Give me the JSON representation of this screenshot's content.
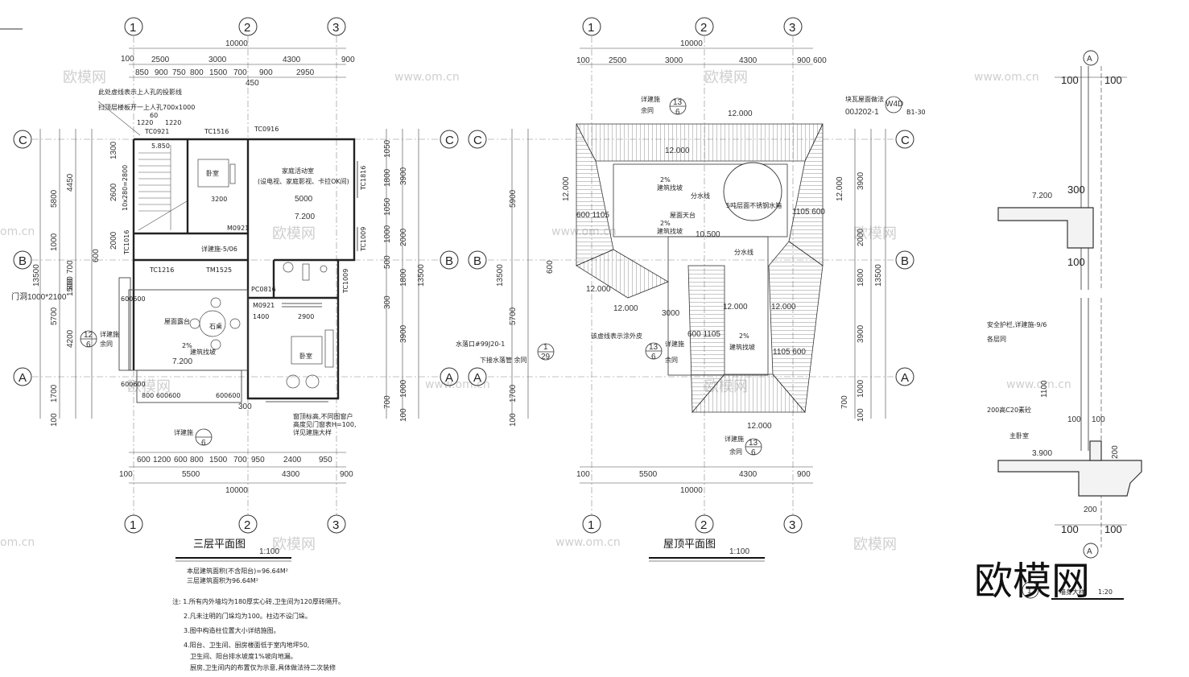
{
  "watermark": {
    "site": "www.om.cn",
    "brand": "欧模网",
    "site_short": "om.cn"
  },
  "brand_logo": {
    "text": "欧模网"
  },
  "plan_left": {
    "title": "三层平面图",
    "scale": "1:100",
    "area_total": "本层建筑面积(不含阳台)=96.64M²",
    "area_third": "三层建筑面积为96.64M²",
    "grid_numbers": [
      "1",
      "2",
      "3"
    ],
    "grid_letters": [
      "A",
      "B",
      "C"
    ],
    "top_total": "10000",
    "top_row1": [
      "100",
      "2500",
      "3000",
      "4300",
      "900"
    ],
    "top_row2": [
      "850",
      "900",
      "750",
      "800",
      "1500",
      "700",
      "900",
      "2950"
    ],
    "top_extra": "450",
    "bottom_row1": [
      "600",
      "1200",
      "600",
      "800",
      "1500",
      "700",
      "950",
      "2400",
      "950"
    ],
    "bottom_row2": [
      "100",
      "5500",
      "4300",
      "900"
    ],
    "bottom_total": "10000",
    "left_total": "13500",
    "left_dims": [
      "5800",
      "4450",
      "1300",
      "2600",
      "2000",
      "1000",
      "700",
      "800",
      "4200",
      "5700",
      "1700",
      "100",
      "1000",
      "1500",
      "600",
      "600"
    ],
    "right_dims": [
      "1050",
      "3900",
      "1800",
      "1050",
      "1000",
      "2000",
      "500",
      "1800",
      "300",
      "3900",
      "1000",
      "700",
      "100",
      "13500"
    ],
    "rooms": {
      "bedroom1": "卧室",
      "family": "家庭活动室",
      "family_note": "(设电视、家庭影视、卡拉OK间)",
      "family_dim": "5000",
      "roof_terrace": "屋面露台",
      "stone_table": "石桌",
      "bedroom2": "卧室",
      "slope_note": "2%",
      "slope_text": "建筑找坡"
    },
    "labels": {
      "tc0921": "TC0921",
      "tc1516": "TC1516",
      "tc0916": "TC0916",
      "tc1816": "TC1816",
      "tc1009a": "TC1009",
      "tc1016": "TC1016",
      "tc1216": "TC1216",
      "tm1525": "TM1525",
      "pc0816": "PC0816",
      "m0921a": "M0921",
      "m0921b": "M0921",
      "tc1009b": "TC1009",
      "elev_5850": "5.850",
      "elev_7200a": "7.200",
      "elev_7200b": "7.200",
      "dim_3200": "3200",
      "dim_1400": "1400",
      "dim_2900": "2900",
      "dim_1220a": "1220",
      "dim_60": "60",
      "dim_1220b": "1220",
      "dim_300": "300",
      "dim_600600a": "600600",
      "dim_600600b": "600600",
      "dim_800600600": "800 600600",
      "dim_600600c": "600600",
      "door_hole": "门洞1000*2100",
      "stair_note": "10x280=2800",
      "detail_12": "12",
      "detail_6": "6",
      "detail_note_a": "详建施",
      "detail_note_b": "余同",
      "detail_5_06": "详建施-5/06",
      "dashed_note_1": "此处虚线表示上人孔的投影线",
      "dashed_note_2": "扫顶层楼板开一上人孔700x1000",
      "window_note_1": "窗顶标高,不同图窗户",
      "window_note_2": "高度见门窗表H=100,",
      "window_note_3": "详见建施大样"
    },
    "notes": [
      "注: 1.所有内外墙均为180厚实心砖,卫生间为120厚砖隔开。",
      "2.凡未注明的门垛均为100。柱边不设门垛。",
      "3.图中构造柱位置大小详结施图。",
      "4.阳台、卫生间、厨房楼面低于室内地坪50,",
      "卫生间、阳台排水坡度1%坡向地漏。",
      "厨房,卫生间内的布置仅为示意,具体做法待二次装修"
    ]
  },
  "plan_right": {
    "title": "屋顶平面图",
    "scale": "1:100",
    "grid_numbers": [
      "1",
      "2",
      "3"
    ],
    "grid_letters": [
      "A",
      "B",
      "C"
    ],
    "top_total": "10000",
    "top_row1": [
      "100",
      "2500",
      "3000",
      "4300",
      "900",
      "600"
    ],
    "bottom_row": [
      "100",
      "5500",
      "4300",
      "900"
    ],
    "bottom_total": "10000",
    "left_dims": [
      "5900",
      "13500",
      "600",
      "5700",
      "1700",
      "100",
      "12.000",
      "600 1105"
    ],
    "right_dims": [
      "3900",
      "2000",
      "1800",
      "3900",
      "1000",
      "700",
      "100",
      "13500",
      "12.000",
      "1105 600"
    ],
    "labels": {
      "elev_12000_top": "12.000",
      "elev_12000_a": "12.000",
      "elev_12000_b": "12.000",
      "elev_12000_c": "12.000",
      "elev_12000_d": "12.000",
      "elev_12000_e": "12.000",
      "elev_12000_f": "12.000",
      "elev_10500": "10.500",
      "dim_1105_600": "1105 600",
      "dim_600_1105a": "600 1105",
      "dim_600_1105b": "600 1105",
      "dim_3000": "3000",
      "dim_1105_600b": "1105 600",
      "slope_2a": "2%",
      "slope_text_a": "建筑找坡",
      "slope_2b": "2%",
      "slope_text_b": "建筑找坡",
      "slope_2c": "2%",
      "slope_text_c": "建筑找坡",
      "ridge_a": "分水线",
      "ridge_b": "分水线",
      "roof_terrace": "屋面天台",
      "tank": "5吨层面不锈钢水箱",
      "detail_13": "13",
      "detail_6": "6",
      "detail_note_a": "详建施",
      "detail_note_b": "余同",
      "tile_ref": "块瓦屋面做法",
      "tile_code": "00J202-1",
      "tile_w4d": "W4D",
      "tile_b130": "B1-30",
      "drain_ref": "水落口#99J20-1",
      "drain_note": "下接水落管  余同",
      "drain_1": "1",
      "drain_29": "29",
      "dashed_line_note": "该虚线表示涂外皮"
    }
  },
  "wall_detail": {
    "title": "墙身大样",
    "scale": "1:20",
    "detail_no": "1",
    "grid_letter": "A",
    "dims": {
      "top_a": "100",
      "top_b": "100",
      "d300": "300",
      "d100": "100",
      "d1100": "1100",
      "d100b": "100",
      "d100c": "100",
      "d200": "200",
      "d200b": "200",
      "bot_a": "100",
      "bot_b": "100"
    },
    "elev_7200": "7.200",
    "elev_3900": "3.900",
    "rail_note": "安全护栏,详建施-9/6",
    "rail_note2": "各层同",
    "curb": "200高C20素砼",
    "room": "主卧室"
  }
}
